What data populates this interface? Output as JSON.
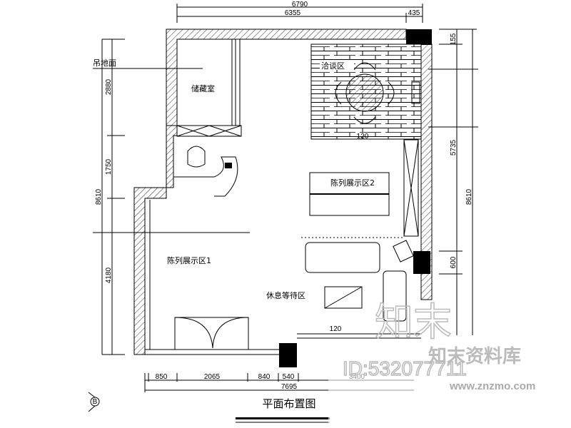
{
  "drawing": {
    "title": "平面布置图",
    "side_label": "吊地面",
    "section_marker": "B",
    "rooms": {
      "storage": "储藏室",
      "negotiation": "洽谈区",
      "display_2": "陈列展示区2",
      "display_1": "陈列展示区1",
      "waiting": "休息等待区"
    },
    "dimensions": {
      "top_total": "6790",
      "top_a": "6355",
      "top_b": "435",
      "left_a": "2880",
      "left_b": "1750",
      "left_c": "4180",
      "left_total": "8610",
      "right_a": "155",
      "right_b": "5735",
      "right_c": "600",
      "right_total": "8610",
      "bottom_a": "850",
      "bottom_b": "2065",
      "bottom_c": "840",
      "bottom_d": "540",
      "bottom_e": "3400",
      "bottom_total": "7695",
      "window_a": "120",
      "window_b": "120"
    }
  },
  "watermark": {
    "logo": "知末",
    "brand": "知末资料库",
    "id": "ID:532077711",
    "url": "www.znzmo.com"
  }
}
